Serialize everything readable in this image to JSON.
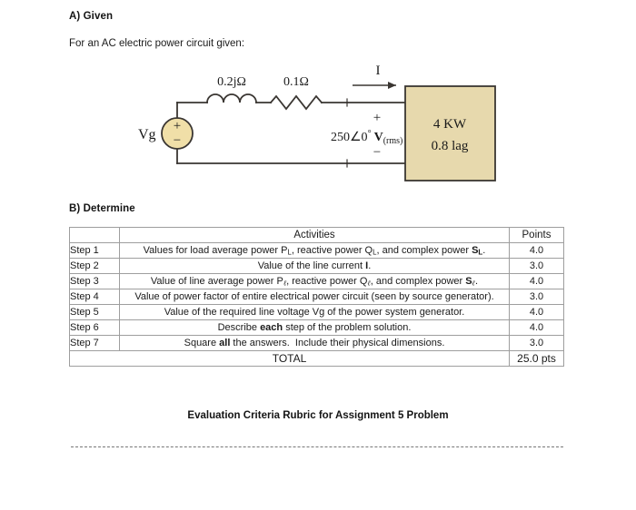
{
  "document": {
    "sections": {
      "given_heading": "A) Given",
      "given_prose": "For an AC electric power circuit given:",
      "determine_heading": "B) Determine"
    },
    "caption": "Evaluation Criteria Rubric for Assignment 5 Problem"
  },
  "circuit": {
    "source_label": "Vg",
    "source_polarity_plus": "+",
    "source_polarity_minus": "−",
    "inductor_label": "0.2jΩ",
    "resistor_label": "0.1Ω",
    "current_label": "I",
    "terminal_plus": "+",
    "terminal_minus": "−",
    "voltage_label_main": "250∠0",
    "voltage_label_degree": "°",
    "voltage_label_unit": "V",
    "voltage_label_unit_sub": "(rms)",
    "load_line1": "4 KW",
    "load_line2": "0.8 lag",
    "colors": {
      "wire": "#3a3632",
      "load_fill": "#e7d9ad",
      "load_stroke": "#3a3632",
      "source_fill": "#f0dfa8",
      "source_stroke": "#3a3632"
    }
  },
  "table": {
    "headers": {
      "step": "",
      "activities": "Activities",
      "points": "Points"
    },
    "rows": [
      {
        "step": "Step 1",
        "activity_html": "Values for load average power P<sub>L</sub>, reactive power Q<sub>L</sub>, and complex power <b>S<sub>L</sub></b>.",
        "points": "4.0"
      },
      {
        "step": "Step 2",
        "activity_html": "Value of the line current <b>I</b>.",
        "points": "3.0"
      },
      {
        "step": "Step 3",
        "activity_html": "Value of line average power P<sub class=\"ell\">ℓ</sub>, reactive power Q<sub class=\"ell\">ℓ</sub>, and complex power <b>S<sub class=\"ell\">ℓ</sub></b>.",
        "points": "4.0"
      },
      {
        "step": "Step 4",
        "activity_html": "Value of power factor of entire electrical power circuit (seen by source generator).",
        "points": "3.0"
      },
      {
        "step": "Step 5",
        "activity_html": "Value of the required line voltage Vg of the power system generator.",
        "points": "4.0"
      },
      {
        "step": "Step 6",
        "activity_html": "Describe <b>each</b> step of the problem solution.",
        "points": "4.0"
      },
      {
        "step": "Step 7",
        "activity_html": "Square <b>all</b> the answers.&nbsp; Include their physical dimensions.",
        "points": "3.0"
      }
    ],
    "total": {
      "label": "TOTAL",
      "points": "25.0 pts"
    },
    "colors": {
      "header_fill": "#cfe0b8",
      "total_fill": "#cfe0b8",
      "border": "#9e9e9e"
    }
  }
}
